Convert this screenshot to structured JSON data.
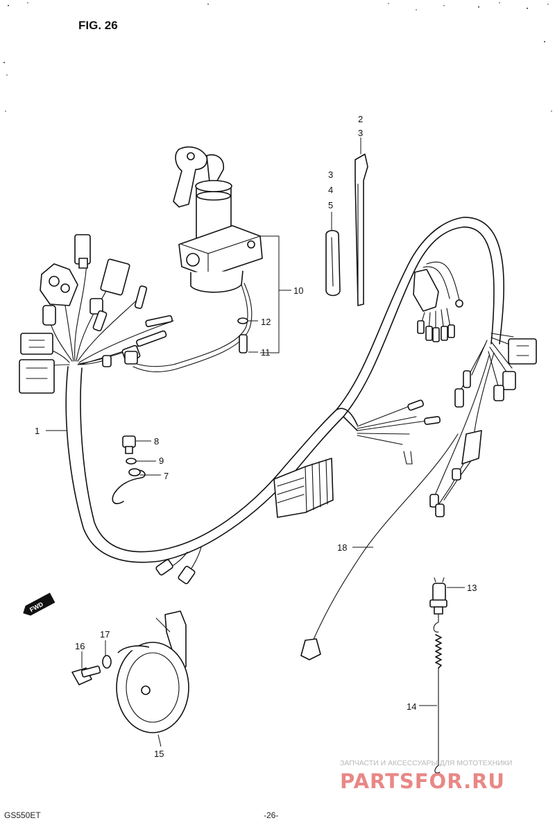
{
  "figure": {
    "title": "FIG. 26"
  },
  "footer": {
    "model": "GS550ET",
    "page": "-26-"
  },
  "callouts": {
    "c1": "1",
    "c2": "2",
    "c3a": "3",
    "c3b": "3",
    "c4": "4",
    "c5": "5",
    "c7": "7",
    "c8": "8",
    "c9": "9",
    "c10": "10",
    "c11": "11",
    "c12": "12",
    "c13": "13",
    "c14": "14",
    "c15": "15",
    "c16": "16",
    "c17": "17",
    "c18": "18"
  },
  "direction_badge": "FWD",
  "watermark": {
    "top_text": "ЗАПЧАСТИ И АКСЕССУАРЫ ДЛЯ МОТОТЕХНИКИ",
    "brand_text": "PARTSFOR.RU",
    "brand_color": "#e0605e"
  }
}
